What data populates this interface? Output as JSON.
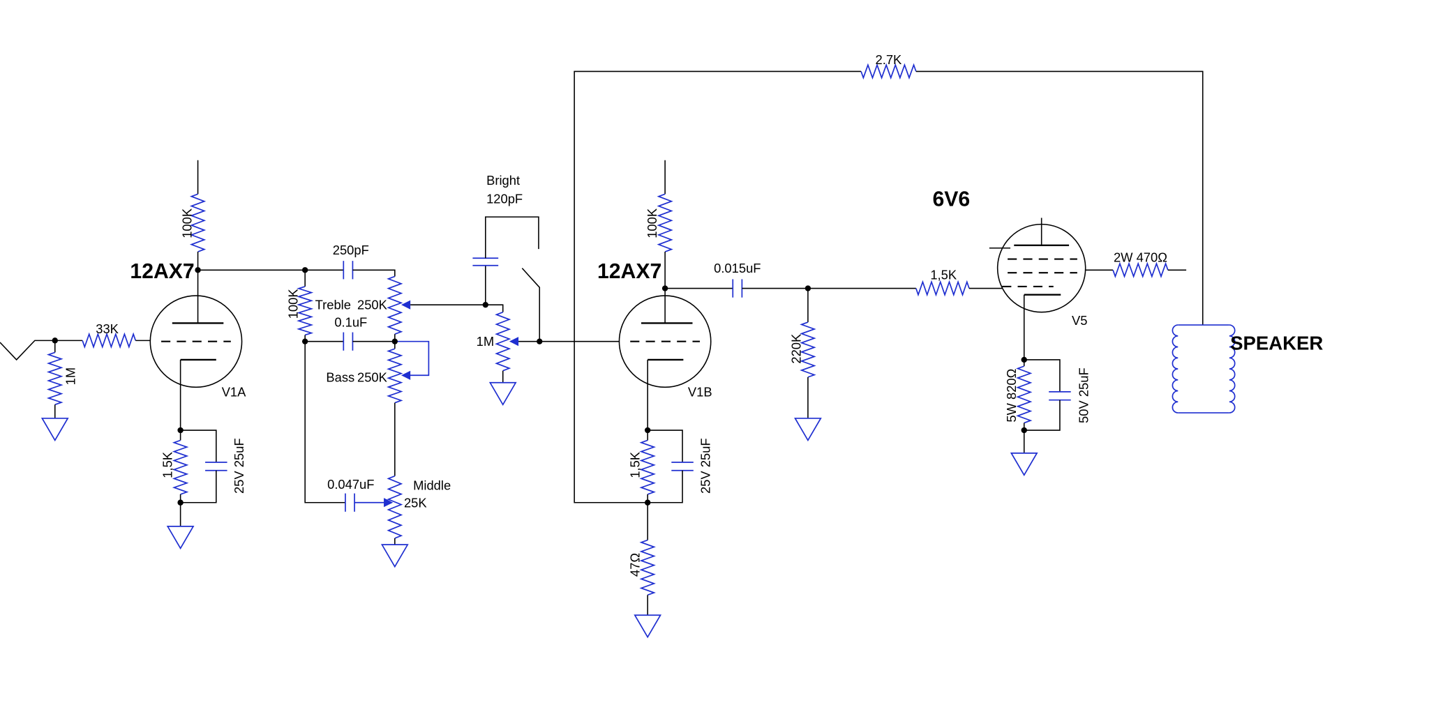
{
  "colors": {
    "component": "#1f2fd0",
    "wire": "#000000",
    "background": "#ffffff"
  },
  "tubes": {
    "v1a": {
      "type": "12AX7",
      "ref": "V1A"
    },
    "v1b": {
      "type": "12AX7",
      "ref": "V1B"
    },
    "v5": {
      "type": "6V6",
      "ref": "V5"
    }
  },
  "input_stage": {
    "grid_stopper": "33K",
    "grid_leak": "1M",
    "plate_load": "100K",
    "cathode_resistor": "1,5K",
    "cathode_cap": "25V 25uF"
  },
  "tone_stack": {
    "treble_cap": "250pF",
    "slope_resistor": "100K",
    "bass_cap": "0.1uF",
    "mid_cap": "0.047uF",
    "treble_label": "Treble",
    "treble_value": "250K",
    "bass_label": "Bass",
    "bass_value": "250K",
    "middle_label": "Middle",
    "middle_value": "25K"
  },
  "bright": {
    "label": "Bright",
    "value": "120pF"
  },
  "volume": {
    "value": "1M"
  },
  "second_stage": {
    "plate_load": "100K",
    "cathode_resistor": "1,5K",
    "cathode_cap": "25V 25uF",
    "cathode_ground_resistor": "47Ω",
    "coupling_cap": "0.015uF",
    "grid_leak": "220K",
    "feedback_resistor": "2.7K"
  },
  "power_stage": {
    "grid_stopper": "1,5K",
    "screen_resistor": "2W 470Ω",
    "cathode_resistor": "5W 820Ω",
    "cathode_cap": "50V 25uF"
  },
  "output": {
    "speaker_label": "SPEAKER"
  }
}
